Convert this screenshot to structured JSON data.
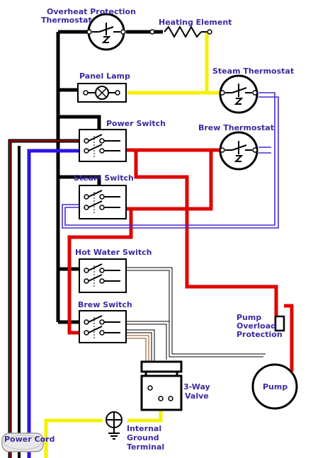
{
  "labels": {
    "overheat_line1": "Overheat Protection",
    "overheat_line2": "Thermostat",
    "heating_element": "Heating Element",
    "panel_lamp": "Panel Lamp",
    "steam_thermostat": "Steam Thermostat",
    "power_switch": "Power Switch",
    "brew_thermostat": "Brew Thermostat",
    "steam_switch": "Steam Switch",
    "hot_water_switch": "Hot Water Switch",
    "brew_switch": "Brew Switch",
    "pump_overload_line1": "Pump",
    "pump_overload_line2": "Overload",
    "pump_overload_line3": "Protection",
    "pump": "Pump",
    "three_way_line1": "3-Way",
    "three_way_line2": "Valve",
    "ground_line1": "Internal",
    "ground_line2": "Ground",
    "ground_line3": "Terminal",
    "power_cord": "Power Cord"
  },
  "colors": {
    "label_text": "#3b2a9e",
    "wire_black": "#000000",
    "wire_red": "#e00000",
    "wire_yellow": "#f2f200",
    "wire_blue": "#2a14e8",
    "wire_purple": "#4a2ad0",
    "wire_white_outline": "#000000",
    "ground_wire": "#e8f000",
    "component_fill": "#ffffff"
  }
}
